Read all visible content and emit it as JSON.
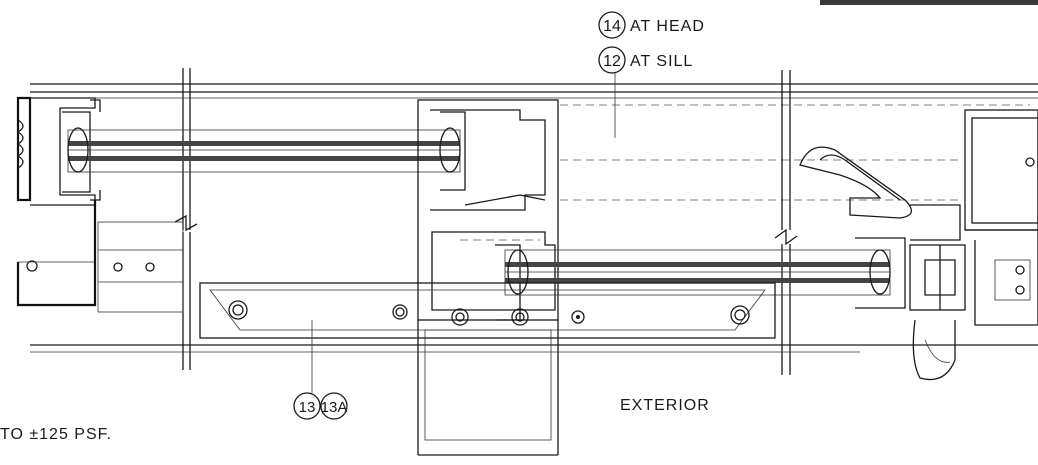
{
  "callouts": {
    "head": {
      "number": "14",
      "text": "AT HEAD"
    },
    "sill": {
      "number": "12",
      "text": "AT SILL"
    },
    "rail_left": {
      "number": "13"
    },
    "rail_right": {
      "number": "13A"
    }
  },
  "labels": {
    "exterior": "EXTERIOR",
    "pressure_note": "TO ±125 PSF."
  }
}
